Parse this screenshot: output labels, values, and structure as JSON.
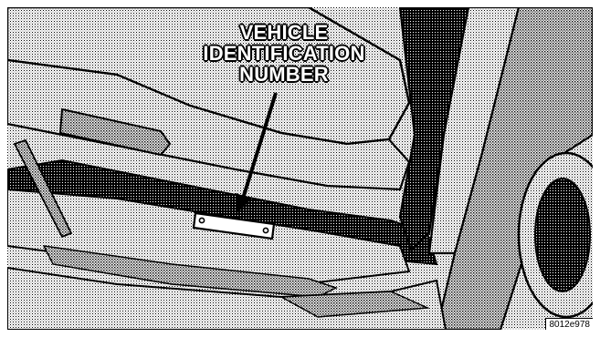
{
  "callout": {
    "line1": "VEHICLE",
    "line2": "IDENTIFICATION",
    "line3": "NUMBER"
  },
  "figure_id": "8012e978",
  "icons": {
    "arrow": "leader-arrow",
    "plate": "vin-plate"
  },
  "colors": {
    "halftone_light": "#dcdcdc",
    "halftone_mid": "#b3b3b3",
    "halftone_dark": "#5a5a5a",
    "ink": "#000000",
    "paper": "#ffffff"
  }
}
